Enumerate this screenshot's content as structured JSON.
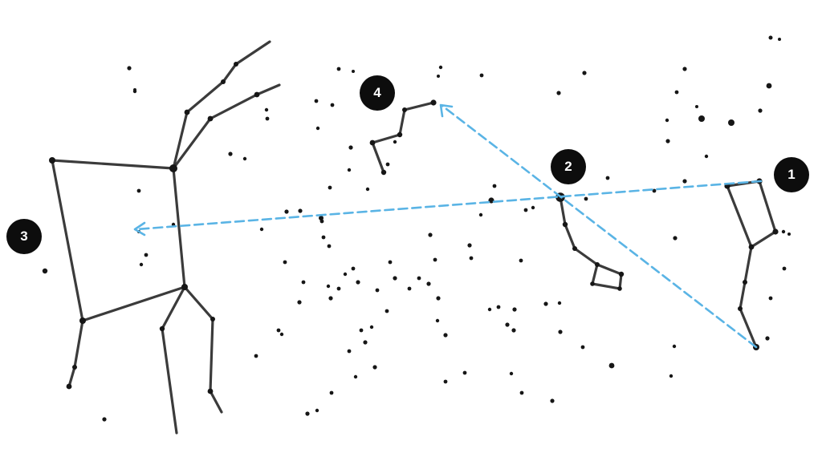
{
  "markers": [
    {
      "id": "marker-1",
      "label": "1"
    },
    {
      "id": "marker-2",
      "label": "2"
    },
    {
      "id": "marker-3",
      "label": "3"
    },
    {
      "id": "marker-4",
      "label": "4"
    }
  ],
  "colors": {
    "background": "#ffffff",
    "stars": "#161616",
    "constellation_lines": "#262626",
    "pointer_arrows": "#5ab4e5",
    "marker_fill": "#0d0d0d",
    "marker_text": "#ffffff"
  }
}
